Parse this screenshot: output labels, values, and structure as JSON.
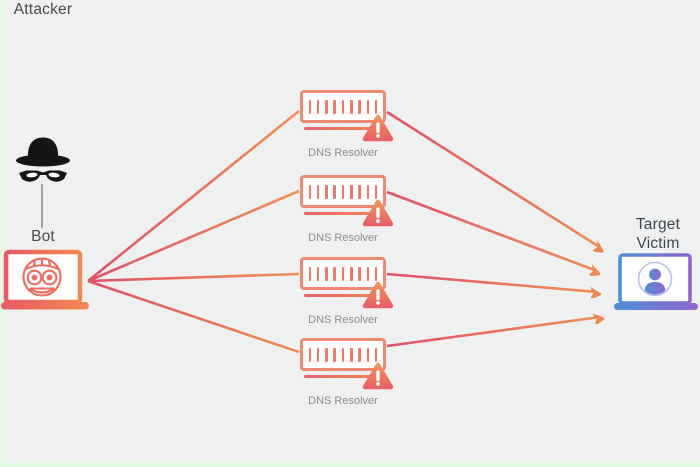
{
  "diagram_title": "",
  "palette": {
    "background": "#eff1f0",
    "edge_tint_green": "#ddfbdd",
    "line_start_pink": "#e2506a",
    "line_end_orange": "#f29051",
    "arrowhead_orange": "#f0874f",
    "salmon_border": "#ef8a70",
    "warning_top": "#f2925b",
    "warning_bottom": "#e96164",
    "victim_blue": "#4e8ed8",
    "victim_purple": "#8f66d0",
    "label_dark": "#474a50",
    "label_gray": "#8d8d8d",
    "spy_black": "#151515"
  },
  "nodes": {
    "attacker": {
      "label": "Attacker",
      "icon": "spy-hat-glasses-icon"
    },
    "bot": {
      "label": "Bot",
      "icon": "bot-laptop-icon"
    },
    "resolvers": [
      {
        "label": "DNS Resolver",
        "icon": "server-icon",
        "warning_icon": "warning-triangle-icon"
      },
      {
        "label": "DNS Resolver",
        "icon": "server-icon",
        "warning_icon": "warning-triangle-icon"
      },
      {
        "label": "DNS Resolver",
        "icon": "server-icon",
        "warning_icon": "warning-triangle-icon"
      },
      {
        "label": "DNS Resolver",
        "icon": "server-icon",
        "warning_icon": "warning-triangle-icon"
      }
    ],
    "victim": {
      "label_line1": "Target",
      "label_line2": "Victim",
      "icon": "user-laptop-icon"
    }
  },
  "edges": [
    {
      "from": "attacker",
      "to": "bot",
      "arrow": false
    },
    {
      "from": "bot",
      "to": "resolver-1",
      "arrow": false
    },
    {
      "from": "bot",
      "to": "resolver-2",
      "arrow": false
    },
    {
      "from": "bot",
      "to": "resolver-3",
      "arrow": false
    },
    {
      "from": "bot",
      "to": "resolver-4",
      "arrow": false
    },
    {
      "from": "resolver-1",
      "to": "victim",
      "arrow": true
    },
    {
      "from": "resolver-2",
      "to": "victim",
      "arrow": true
    },
    {
      "from": "resolver-3",
      "to": "victim",
      "arrow": true
    },
    {
      "from": "resolver-4",
      "to": "victim",
      "arrow": true
    }
  ]
}
